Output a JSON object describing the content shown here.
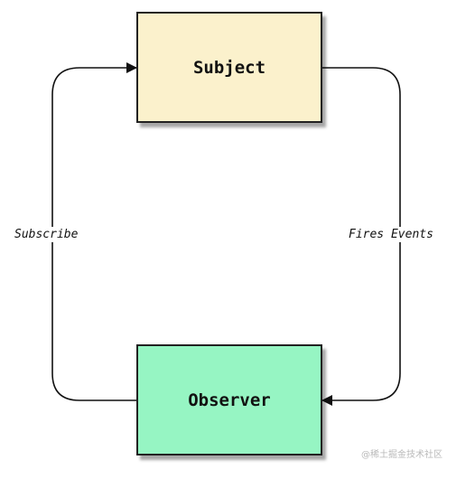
{
  "diagram": {
    "nodes": {
      "subject": {
        "label": "Subject",
        "fill": "#fbf1cc"
      },
      "observer": {
        "label": "Observer",
        "fill": "#96f5c3"
      }
    },
    "edges": {
      "subscribe": {
        "label": "Subscribe",
        "from": "observer",
        "to": "subject"
      },
      "fires_events": {
        "label": "Fires Events",
        "from": "subject",
        "to": "observer"
      }
    },
    "line_color": "#111111"
  },
  "watermark": "@稀土掘金技术社区"
}
